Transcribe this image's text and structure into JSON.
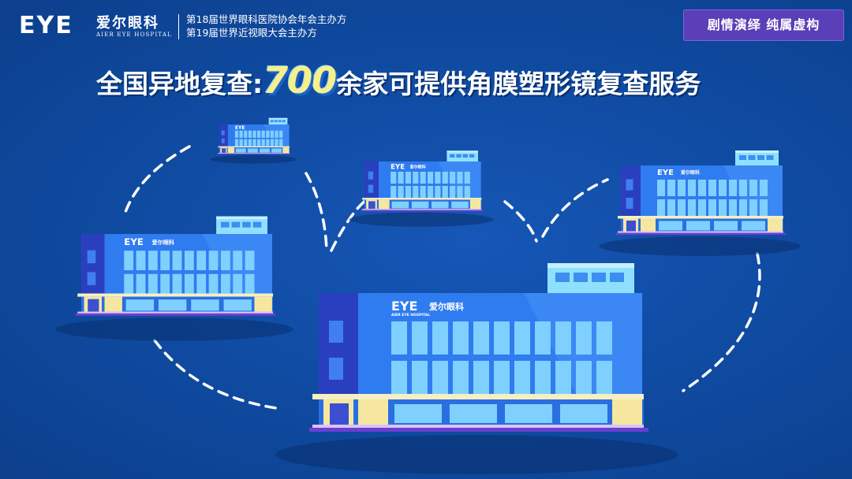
{
  "logo": {
    "mark": "EYE",
    "name_cn": "爱尔眼科",
    "name_en": "AIER EYE HOSPITAL",
    "line1": "第18届世界眼科医院协会年会主办方",
    "line2": "第19届世界近视眼大会主办方"
  },
  "badge": "剧情演绎 纯属虚构",
  "headline": {
    "prefix": "全国异地复查:",
    "number": "700",
    "suffix": "余家可提供角膜塑形镜复查服务"
  },
  "building_sign": {
    "mark": "EYE",
    "name_cn": "爱尔眼科",
    "name_en": "AIER EYE HOSPITAL"
  },
  "colors": {
    "background": "#0f4aa0",
    "badge": "#5a3fb8",
    "highlight": "#f5f08a",
    "building_wall": "#2f7bf0",
    "building_side": "#2a3fbf",
    "window": "#7fd0ff",
    "base": "#f5e7a0"
  }
}
